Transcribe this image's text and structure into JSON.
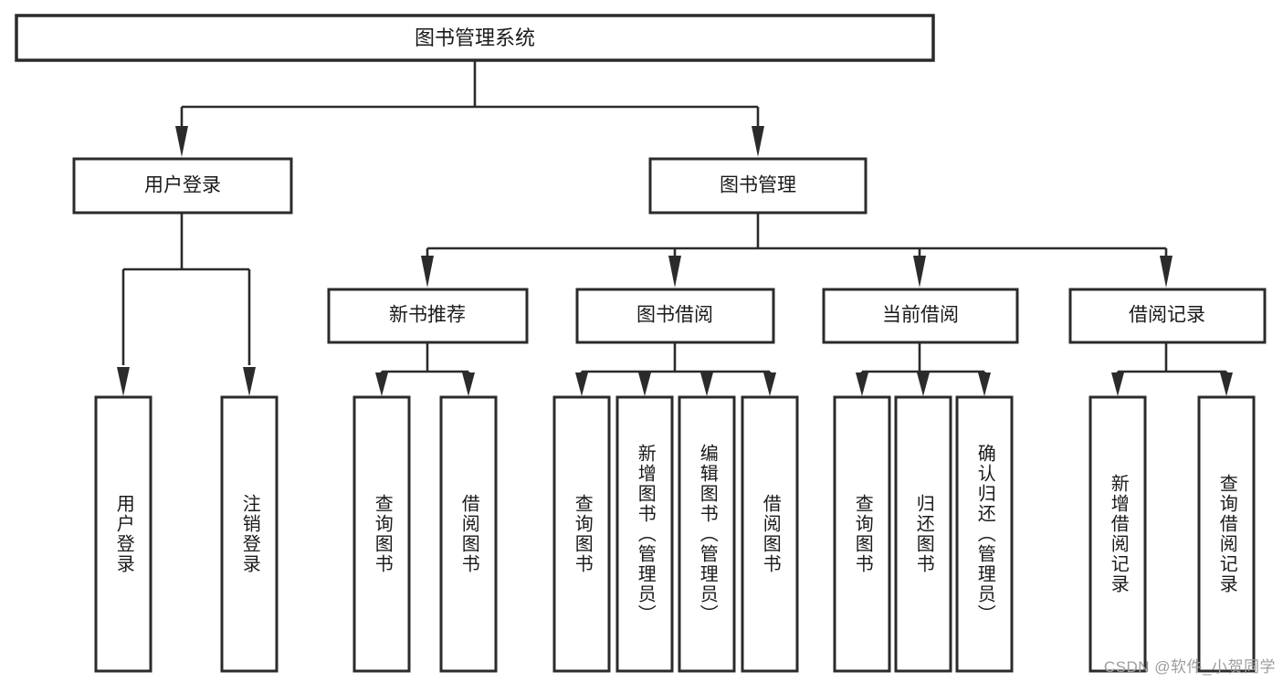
{
  "diagram": {
    "title": "图书管理系统",
    "type": "tree",
    "orientation": "top-down",
    "colors": {
      "box_stroke": "#2b2b2b",
      "box_fill": "#ffffff",
      "connector": "#2b2b2b",
      "text": "#1a1a1a",
      "watermark": "#9d9d9d",
      "background": "#ffffff"
    },
    "root": {
      "label": "图书管理系统"
    },
    "level2": [
      {
        "label": "用户登录"
      },
      {
        "label": "图书管理"
      }
    ],
    "level3": [
      {
        "label": "新书推荐"
      },
      {
        "label": "图书借阅"
      },
      {
        "label": "当前借阅"
      },
      {
        "label": "借阅记录"
      }
    ],
    "leaves": {
      "user_login": [
        {
          "label": "用户登录"
        },
        {
          "label": "注销登录"
        }
      ],
      "new_book_recommend": [
        {
          "label": "查询图书"
        },
        {
          "label": "借阅图书"
        }
      ],
      "book_borrow": [
        {
          "label": "查询图书"
        },
        {
          "label": "新增图书（管理员）"
        },
        {
          "label": "编辑图书（管理员）"
        },
        {
          "label": "借阅图书"
        }
      ],
      "current_borrow": [
        {
          "label": "查询图书"
        },
        {
          "label": "归还图书"
        },
        {
          "label": "确认归还（管理员）"
        }
      ],
      "borrow_record": [
        {
          "label": "新增借阅记录"
        },
        {
          "label": "查询借阅记录"
        }
      ]
    }
  },
  "watermark": {
    "text": "CSDN @软件_小贺同学"
  }
}
